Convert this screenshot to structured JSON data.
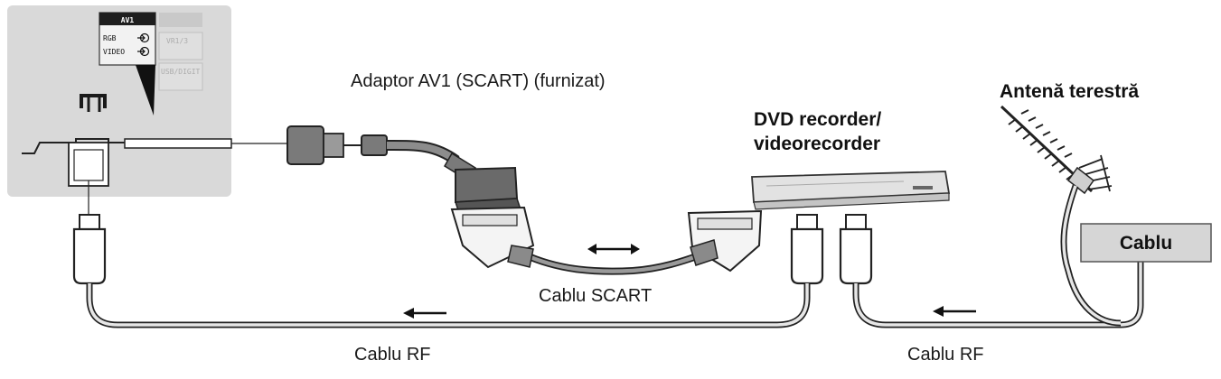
{
  "tv_panel": {
    "av_header": "AV1",
    "port_rgb": "RGB",
    "port_video": "VIDEO",
    "port_vr": "VR1/3",
    "port_ursa": "USB/DIGIT"
  },
  "labels": {
    "adapter": "Adaptor AV1 (SCART) (furnizat)",
    "antenna": "Antenă terestră",
    "recorder_line1": "DVD recorder/",
    "recorder_line2": "videorecorder",
    "cable_box": "Cablu",
    "scart_cable": "Cablu SCART",
    "rf_cable_left": "Cablu RF",
    "rf_cable_right": "Cablu RF"
  },
  "colors": {
    "tv_panel": "#d9d9d9",
    "cable_box": "#d6d6d6",
    "cable": "#8c8c8c",
    "cable_inner": "#e6e6e6",
    "line": "#222222"
  }
}
